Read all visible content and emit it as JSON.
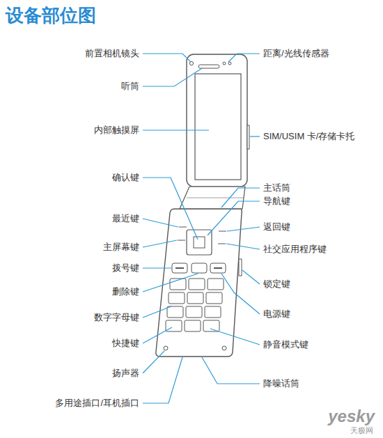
{
  "diagram": {
    "title": "设备部位图",
    "labels": [
      "前置相机镜头",
      "听筒",
      "内部触摸屏",
      "确认键",
      "最近键",
      "主屏幕键",
      "拨号键",
      "删除键",
      "数字字母键",
      "快捷键",
      "扬声器",
      "多用途插口/耳机插口",
      "距离/光线传感器",
      "SIM/USIM 卡/存储卡托",
      "主话筒",
      "导航键",
      "返回键",
      "社交应用程序键",
      "锁定键",
      "电源键",
      "静音模式键",
      "降噪话筒",
      "yesky",
      "天极网"
    ]
  }
}
